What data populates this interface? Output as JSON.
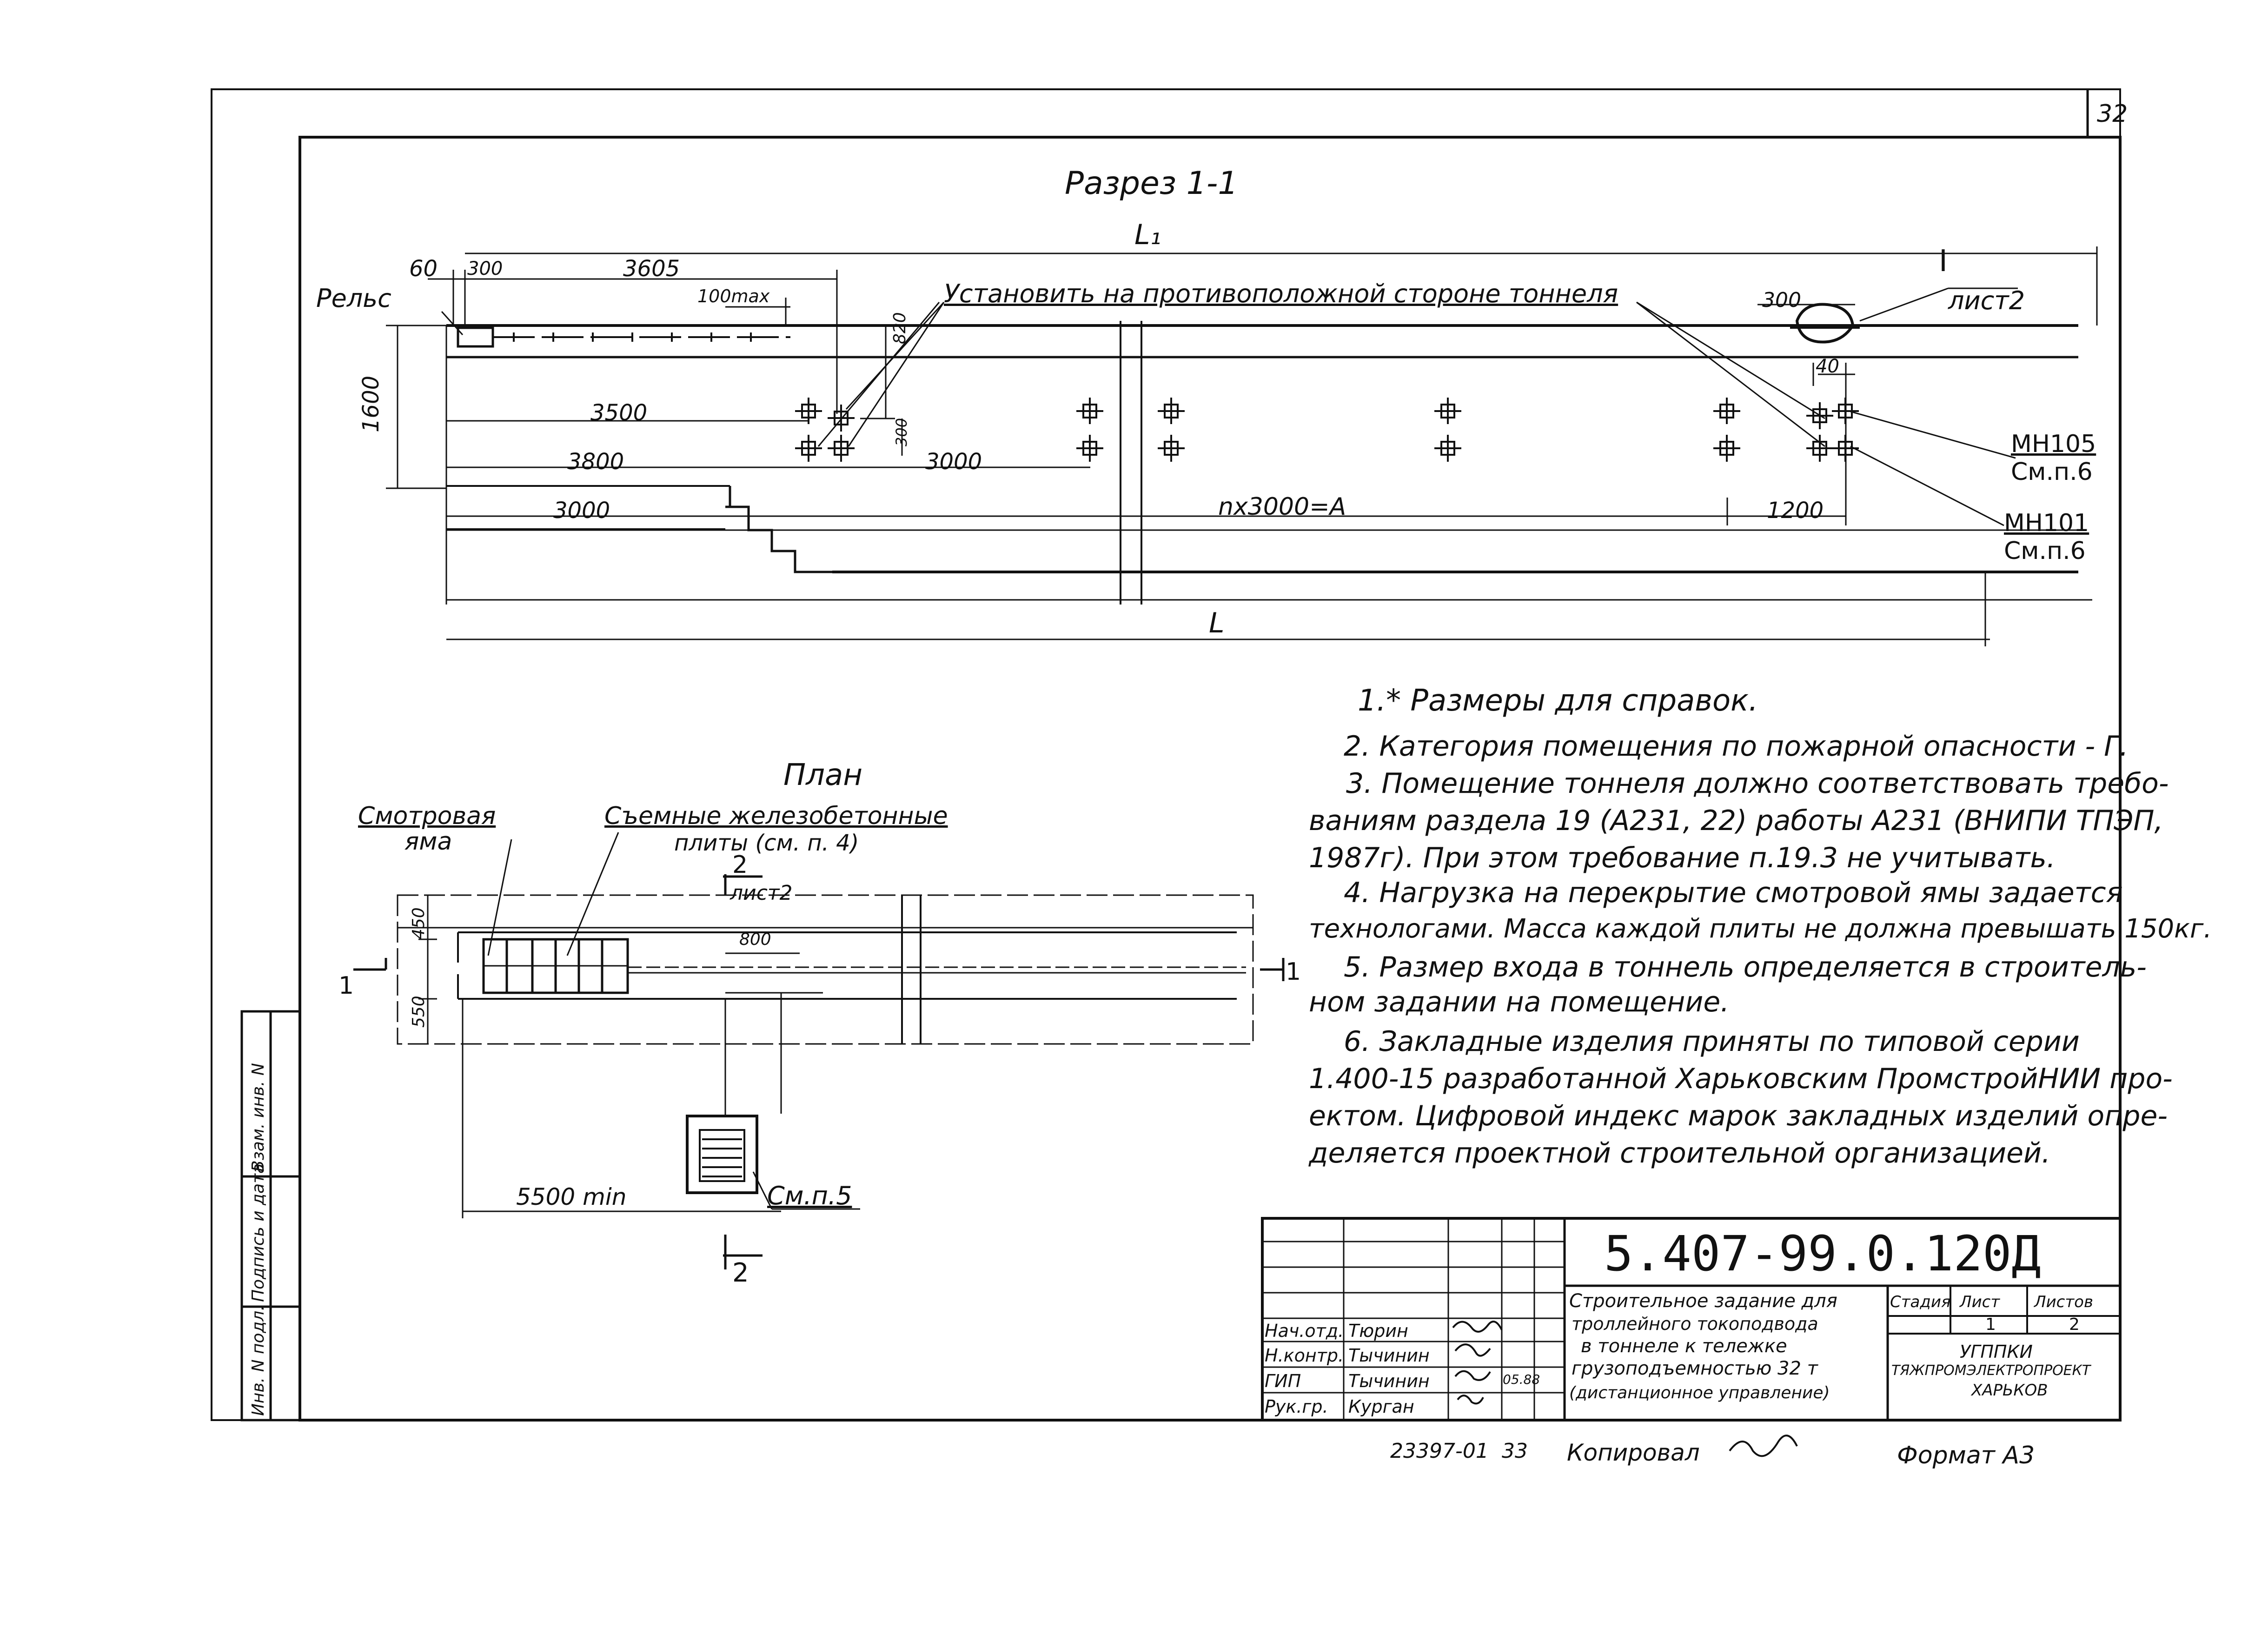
{
  "sheet_number": "32",
  "section": {
    "title": "Разрез 1-1",
    "top_label": "L₁",
    "bottom_label": "L",
    "rail_label": "Рельс",
    "install_note": "Установить на противоположной стороне тоннеля",
    "callout_numeral": "I",
    "callout_sheet": "лист2",
    "dims": {
      "d60": "60",
      "d300a": "300",
      "d3605": "3605",
      "d100max": "100max",
      "d820": "820",
      "d1600": "1600",
      "d3500": "3500",
      "d300v": "300",
      "d3800": "3800",
      "d3000a": "3000",
      "d3000b": "3000",
      "dnx": "nx3000=A",
      "d1200": "1200",
      "d300b": "300",
      "d40": "40"
    },
    "mark_mn105": "МН105",
    "mark_mn105_ref": "См.п.6",
    "mark_mn101": "МН101",
    "mark_mn101_ref": "См.п.6"
  },
  "plan": {
    "title": "План",
    "pit_label_1": "Смотровая",
    "pit_label_2": "яма",
    "slabs_label_1": "Съемные железобетонные",
    "slabs_label_2": "плиты (см. п. 4)",
    "cut2_top_num": "2",
    "cut2_top_sheet": "лист2",
    "cut2_bottom_num": "2",
    "cut1_left": "1",
    "cut1_right": "1",
    "d450": "450",
    "d550": "550",
    "d800": "800",
    "d5500": "5500 min",
    "ref_p5": "См.п.5"
  },
  "notes": [
    "1.* Размеры для справок.",
    "2. Категория помещения по пожарной опасности - Г.",
    "3. Помещение тоннеля должно соответствовать требо-",
    "ваниям раздела 19 (А231, 22) работы А231 (ВНИПИ ТПЭП,",
    "1987г). При этом требование п.19.3 не учитывать.",
    "4. Нагрузка на перекрытие смотровой ямы задается",
    "технологами. Масса каждой плиты не должна превышать 150кг.",
    "5. Размер входа в тоннель определяется в строитель-",
    "ном задании на помещение.",
    "6. Закладные изделия приняты по типовой серии",
    "1.400-15 разработанной Харьковским ПромстройНИИ про-",
    "ектом. Цифровой индекс марок закладных изделий опре-",
    "деляется проектной строительной организацией."
  ],
  "side_stamp": [
    "Инв. N подл.",
    "Подпись и дата",
    "Взам. инв. N"
  ],
  "title_block": {
    "doc_code": "5.407-99.0.120Д",
    "description": [
      "Строительное задание для",
      "троллейного токоподвода",
      "в тоннеле к тележке",
      "грузоподъемностью 32 т",
      "(дистанционное управление)"
    ],
    "stage_header": "Стадия",
    "sheet_header": "Лист",
    "sheets_header": "Листов",
    "sheet_value": "1",
    "sheets_value": "2",
    "org_lines": [
      "УГППКИ",
      "ТЯЖПРОМЭЛЕКТРОПРОЕКТ",
      "ХАРЬКОВ"
    ],
    "staff": [
      {
        "role": "Нач.отд.",
        "name": "Тюрин"
      },
      {
        "role": "Н.контр.",
        "name": "Тычинин"
      },
      {
        "role": "ГИП",
        "name": "Тычинин"
      },
      {
        "role": "Рук.гр.",
        "name": "Курган"
      }
    ],
    "date_short": "05.88"
  },
  "footer": {
    "order_no": "23397-01",
    "page_code": "33",
    "copied_label": "Копировал",
    "format": "Формат А3"
  }
}
